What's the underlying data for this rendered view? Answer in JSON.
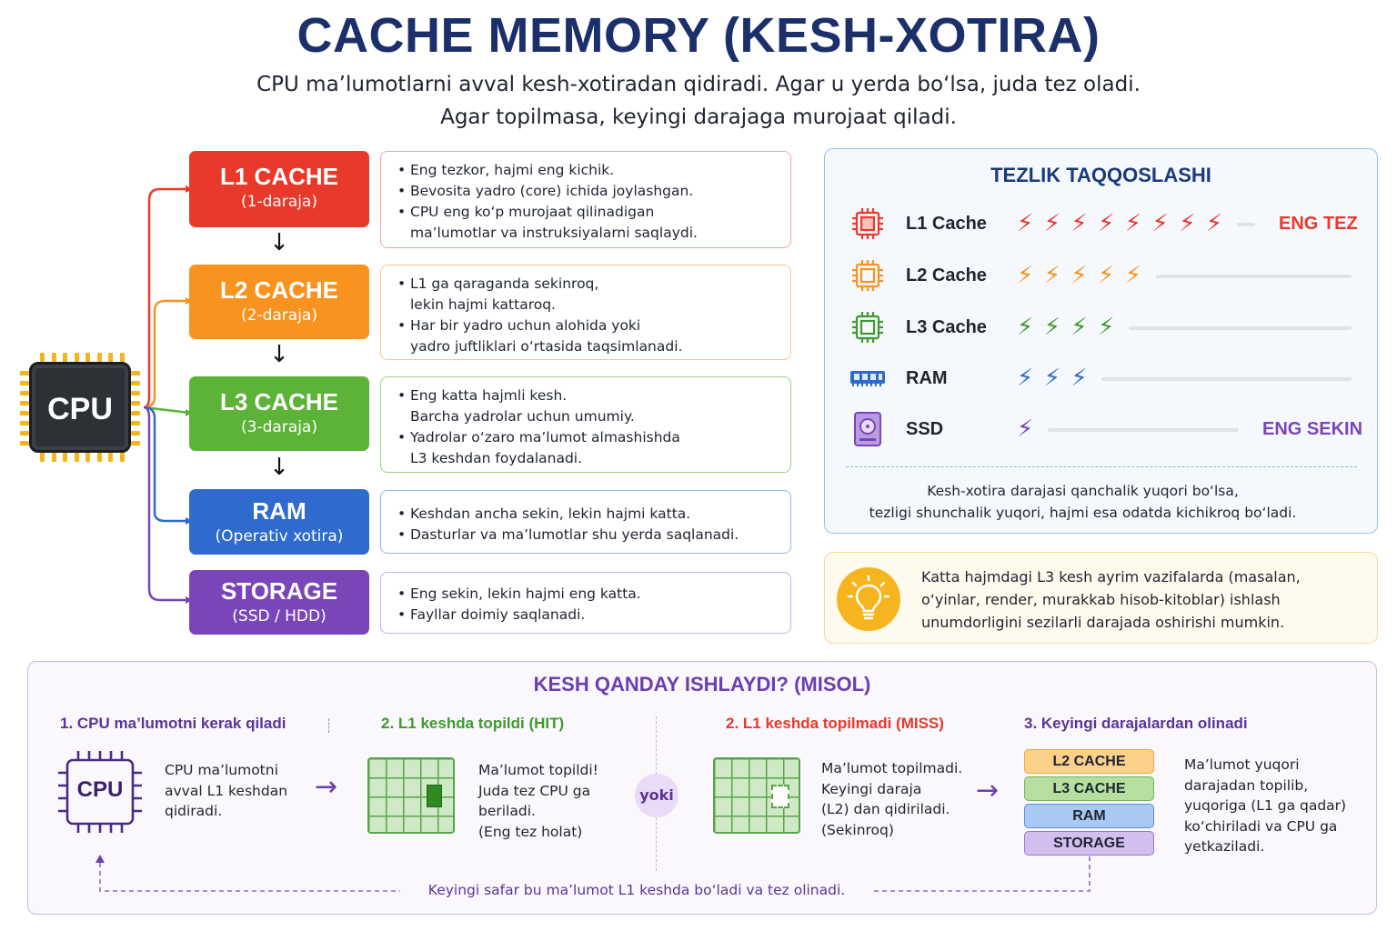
{
  "header": {
    "title": "CACHE MEMORY (KESH-XOTIRA)",
    "subtitle_line1": "CPU ma’lumotlarni avval kesh-xotiradan qidiradi. Agar u yerda bo‘lsa, juda tez oladi.",
    "subtitle_line2": "Agar topilmasa, keyingi darajaga murojaat qiladi."
  },
  "cpu_label": "CPU",
  "levels": [
    {
      "title": "L1 CACHE",
      "sub": "(1-daraja)",
      "color": "#e8392a",
      "lines": [
        {
          "text": "Eng tezkor, hajmi eng kichik.",
          "bullet": true
        },
        {
          "text": "Bevosita yadro (core) ichida joylashgan.",
          "bullet": true
        },
        {
          "text": "CPU eng ko‘p murojaat qilinadigan",
          "bullet": true
        },
        {
          "text": "ma’lumotlar va instruksiyalarni saqlaydi.",
          "bullet": false
        }
      ]
    },
    {
      "title": "L2 CACHE",
      "sub": "(2-daraja)",
      "color": "#f7931e",
      "lines": [
        {
          "text": "L1 ga qaraganda sekinroq,",
          "bullet": true
        },
        {
          "text": "lekin hajmi kattaroq.",
          "bullet": false
        },
        {
          "text": "Har bir yadro uchun alohida yoki",
          "bullet": true
        },
        {
          "text": "yadro juftliklari o‘rtasida taqsimlanadi.",
          "bullet": false
        }
      ]
    },
    {
      "title": "L3 CACHE",
      "sub": "(3-daraja)",
      "color": "#5cb338",
      "lines": [
        {
          "text": "Eng katta hajmli kesh.",
          "bullet": true
        },
        {
          "text": "Barcha yadrolar uchun umumiy.",
          "bullet": false
        },
        {
          "text": "Yadrolar o‘zaro ma’lumot almashishda",
          "bullet": true
        },
        {
          "text": "L3 keshdan foydalanadi.",
          "bullet": false
        }
      ]
    },
    {
      "title": "RAM",
      "sub": "(Operativ xotira)",
      "color": "#2e6bcc",
      "lines": [
        {
          "text": "Keshdan ancha sekin, lekin hajmi katta.",
          "bullet": true
        },
        {
          "text": "Dasturlar va ma’lumotlar shu yerda saqlanadi.",
          "bullet": true
        }
      ]
    },
    {
      "title": "STORAGE",
      "sub": "(SSD / HDD)",
      "color": "#7a45b8",
      "lines": [
        {
          "text": "Eng sekin, lekin hajmi eng katta.",
          "bullet": true
        },
        {
          "text": "Fayllar doimiy saqlanadi.",
          "bullet": true
        }
      ]
    }
  ],
  "speed": {
    "title": "TEZLIK TAQQOSLASHI",
    "rows": [
      {
        "label": "L1 Cache",
        "icon": "cpu-chip-icon",
        "bolts": 8,
        "color": "#e8392a"
      },
      {
        "label": "L2 Cache",
        "icon": "cpu-chip-icon",
        "bolts": 5,
        "color": "#f7931e"
      },
      {
        "label": "L3 Cache",
        "icon": "cpu-chip-icon",
        "bolts": 4,
        "color": "#3e9a2e"
      },
      {
        "label": "RAM",
        "icon": "ram-icon",
        "bolts": 3,
        "color": "#2e6bcc"
      },
      {
        "label": "SSD",
        "icon": "ssd-icon",
        "bolts": 1,
        "color": "#7a45b8"
      }
    ],
    "fastest_label": "ENG TEZ",
    "slowest_label": "ENG SEKIN",
    "note_line1": "Kesh-xotira darajasi qanchalik yuqori bo‘lsa,",
    "note_line2": "tezligi shunchalik yuqori, hajmi esa odatda kichikroq bo‘ladi."
  },
  "tip": {
    "line1": "Katta hajmdagi L3 kesh ayrim vazifalarda (masalan,",
    "line2": "o‘yinlar, render, murakkab hisob-kitoblar) ishlash",
    "line3": "unumdorligini sezilarli darajada oshirishi mumkin."
  },
  "example": {
    "title": "KESH QANDAY ISHLAYDI? (MISOL)",
    "step1": {
      "heading": "1. CPU ma’lumotni kerak qiladi",
      "cpu": "CPU",
      "lines": [
        "CPU ma’lumotni",
        "avval L1 keshdan",
        "qidiradi."
      ]
    },
    "step2": {
      "heading": "2. L1 keshda topildi (HIT)",
      "lines": [
        "Ma’lumot topildi!",
        "Juda tez CPU ga",
        "beriladi.",
        "(Eng tez holat)"
      ]
    },
    "or": "yoki",
    "step2b": {
      "heading": "2. L1 keshda topilmadi (MISS)",
      "lines": [
        "Ma’lumot topilmadi.",
        "Keyingi daraja",
        "(L2) dan qidiriladi.",
        "(Sekinroq)"
      ]
    },
    "step3": {
      "heading": "3. Keyingi darajalardan olinadi",
      "stack": [
        "L2 CACHE",
        "L3 CACHE",
        "RAM",
        "STORAGE"
      ],
      "lines": [
        "Ma’lumot yuqori",
        "darajadan topilib,",
        "yuqoriga (L1 ga qadar)",
        "ko‘chiriladi va CPU ga",
        "yetkaziladi."
      ]
    },
    "loop_note": "Keyingi safar bu ma’lumot L1 keshda bo‘ladi va tez olinadi."
  }
}
